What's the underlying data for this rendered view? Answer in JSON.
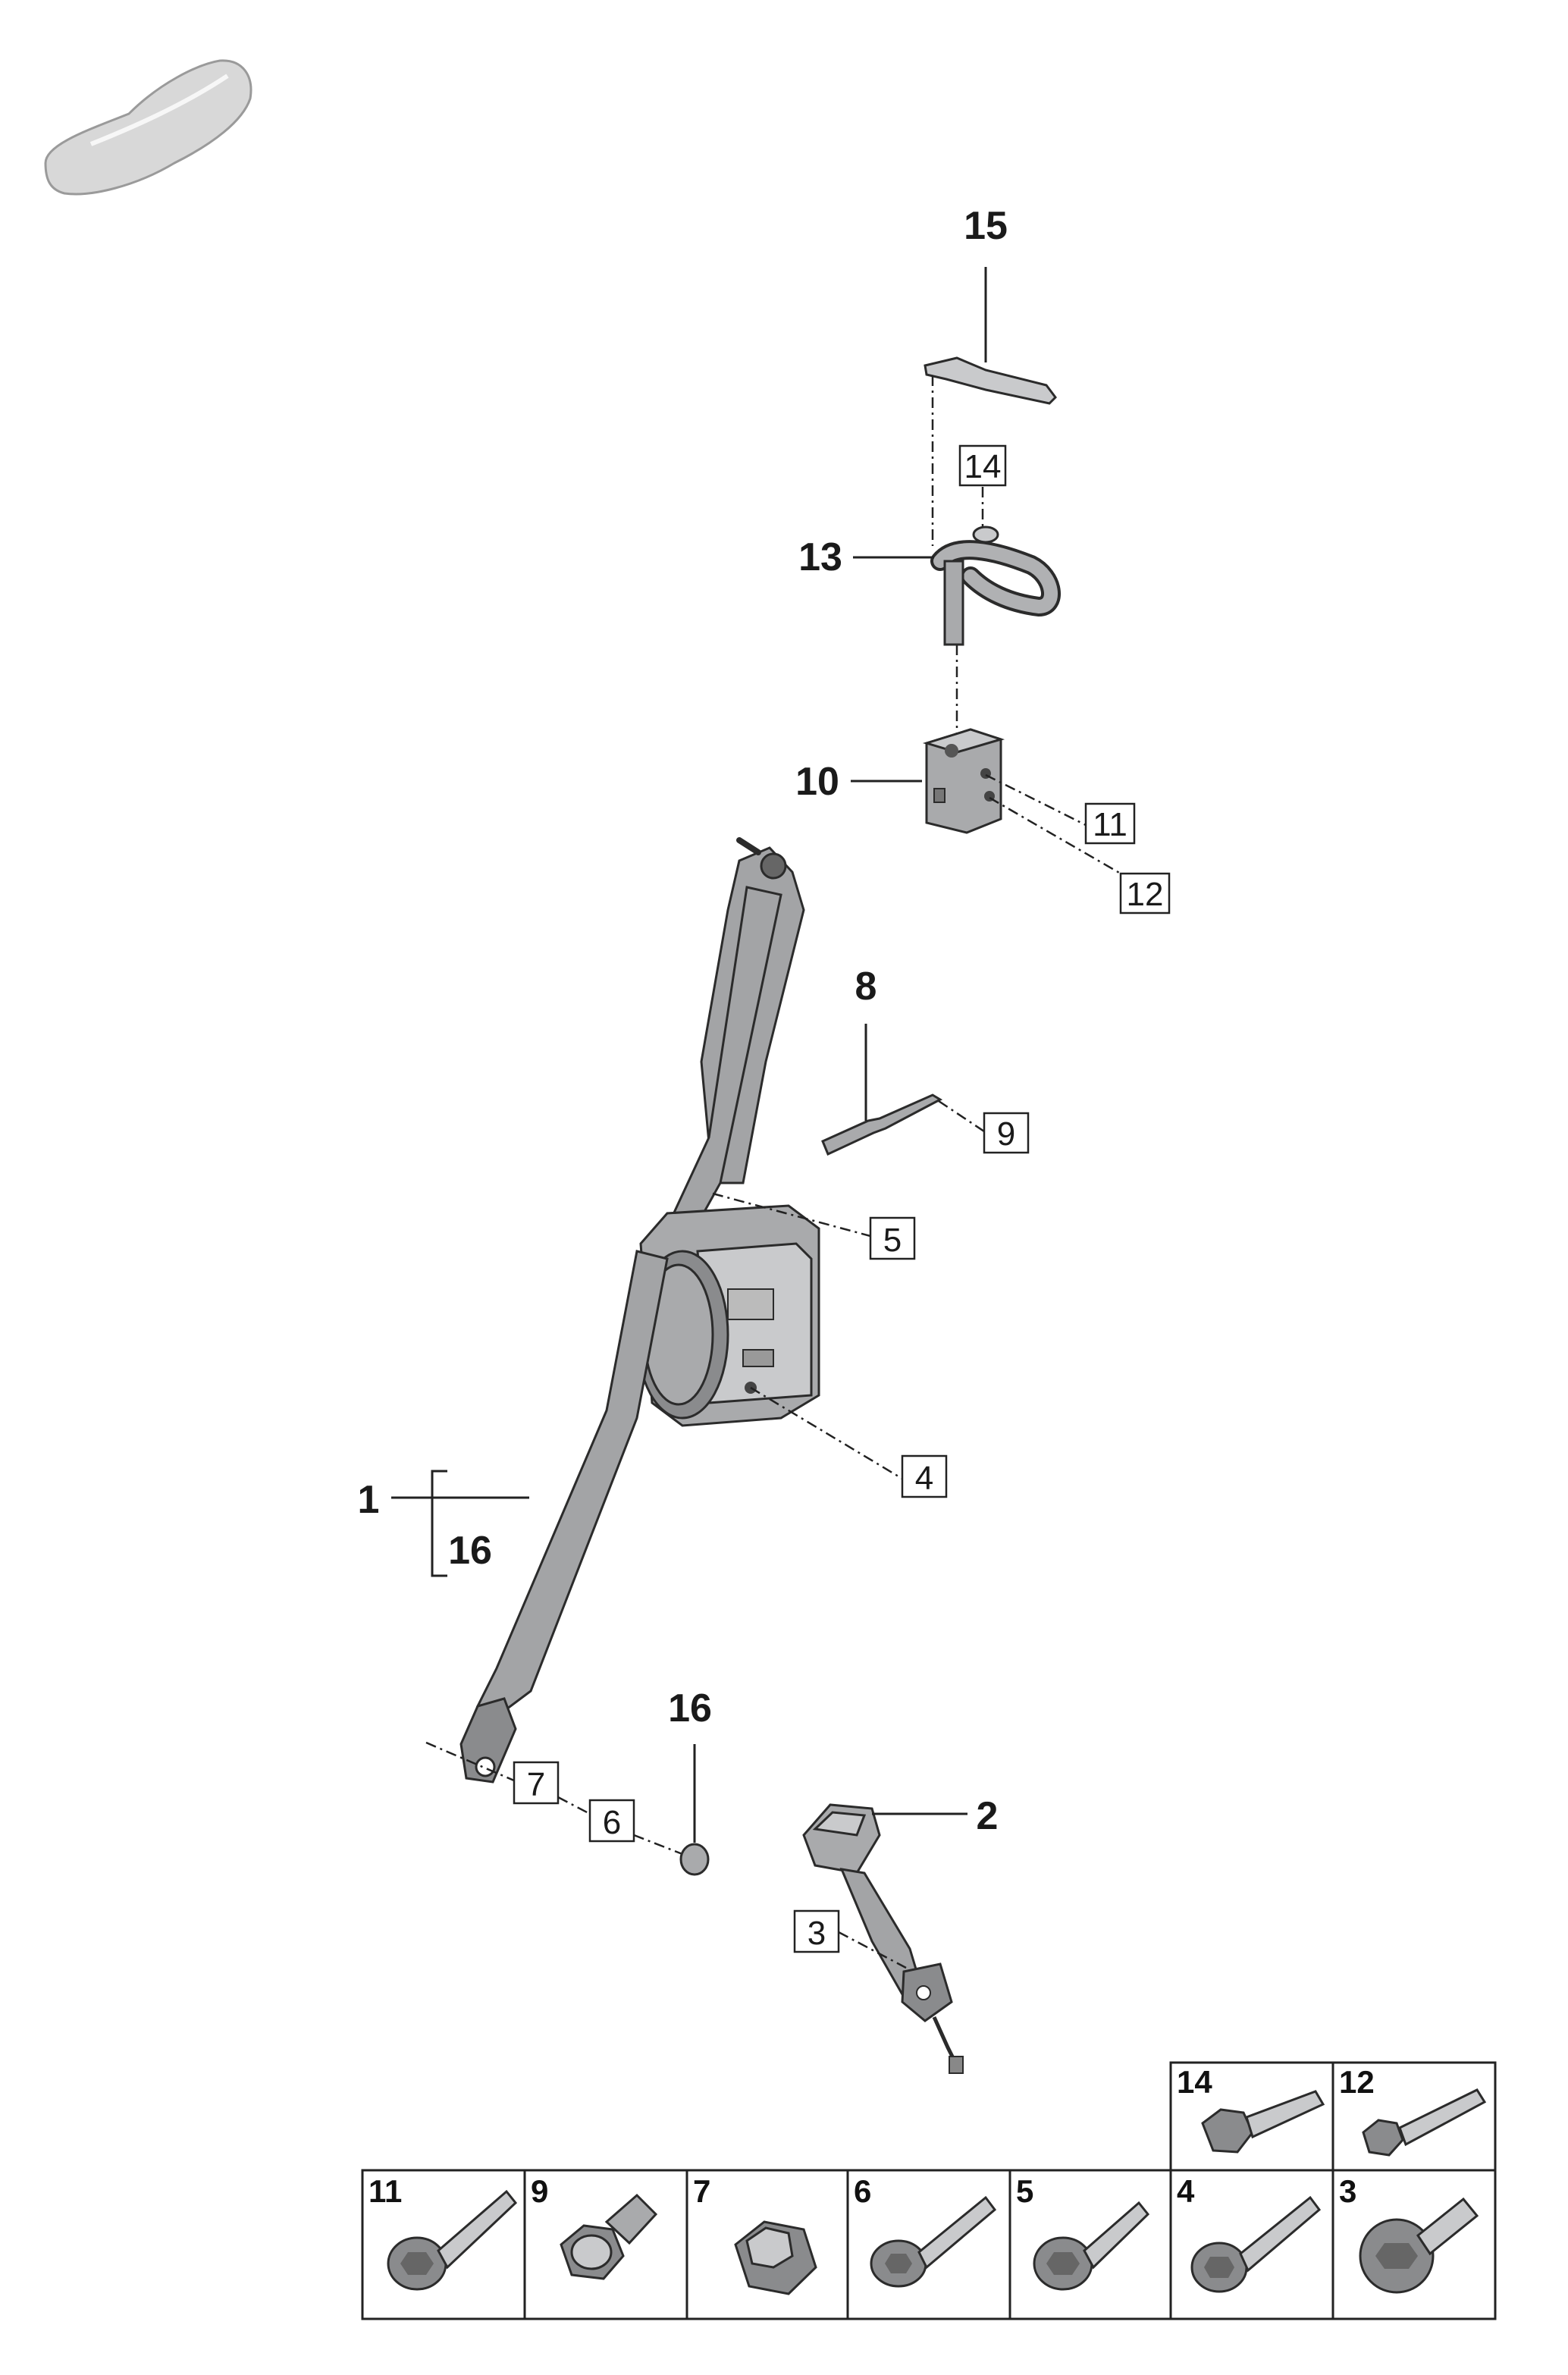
{
  "callouts": {
    "c1": "1",
    "c16a": "16",
    "c2": "2",
    "c8": "8",
    "c10": "10",
    "c13": "13",
    "c15": "15",
    "c16b": "16"
  },
  "boxed_labels": {
    "b3": "3",
    "b4": "4",
    "b5": "5",
    "b6": "6",
    "b7": "7",
    "b9": "9",
    "b11": "11",
    "b12": "12",
    "b14": "14"
  },
  "fastener_table": {
    "top_row": [
      "14",
      "12"
    ],
    "bottom_row": [
      "11",
      "9",
      "7",
      "6",
      "5",
      "4",
      "3"
    ]
  },
  "icons": [
    "car-silhouette-icon",
    "belt-retractor",
    "belt-buckle",
    "shoulder-guide",
    "height-adjuster",
    "d-ring-loop",
    "cover-trim",
    "bracket"
  ]
}
